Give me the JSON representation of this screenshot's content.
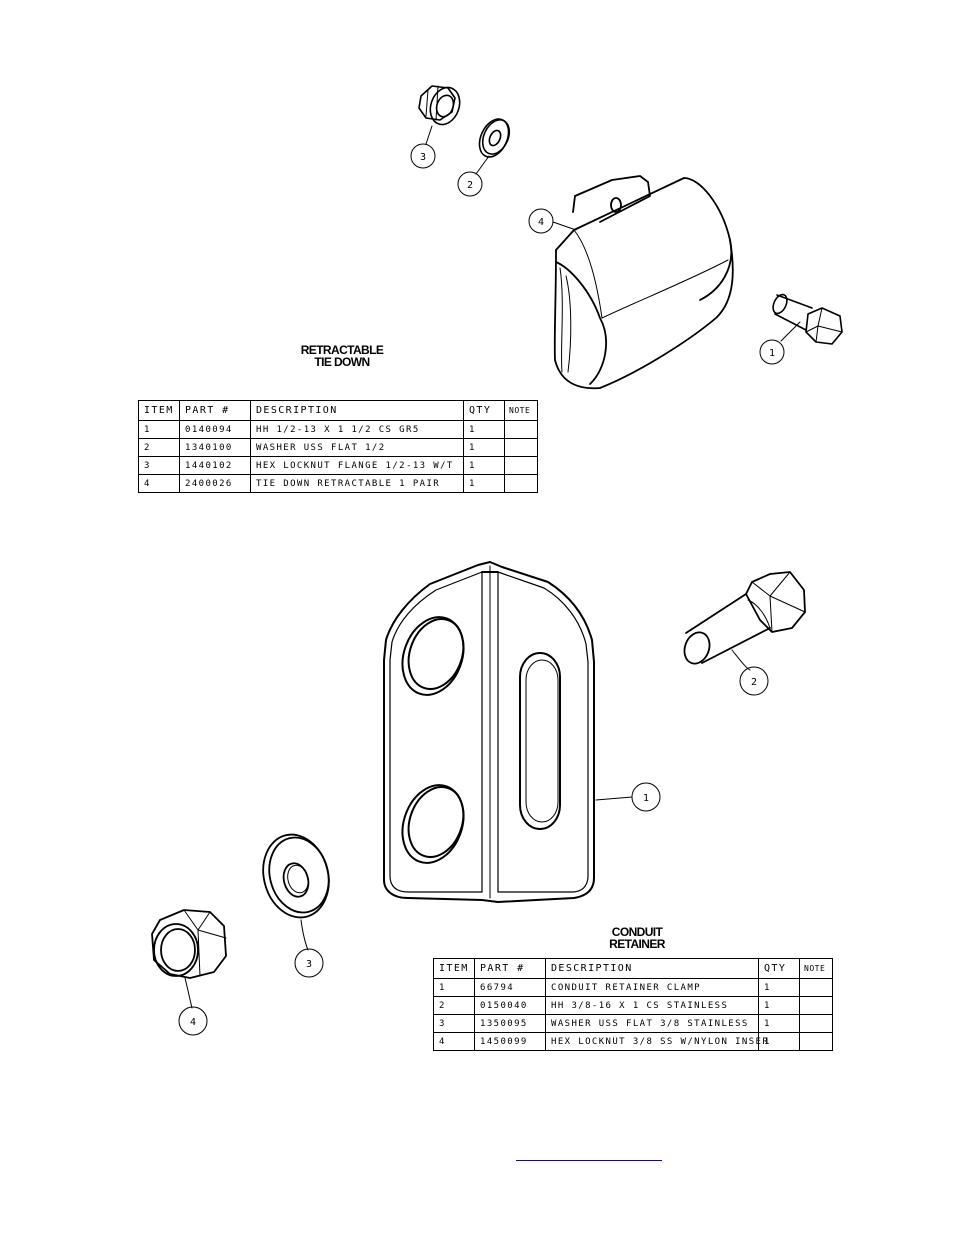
{
  "retractable_tie_down": {
    "title_line1": "RETRACTABLE",
    "title_line2": "TIE DOWN",
    "bom_headers": [
      "ITEM",
      "PART #",
      "DESCRIPTION",
      "QTY",
      "NOTE"
    ],
    "bom_rows": [
      {
        "item": "1",
        "part": "0140094",
        "description": "HH 1/2-13 X 1 1/2 CS GR5",
        "qty": "1",
        "note": ""
      },
      {
        "item": "2",
        "part": "1340100",
        "description": "WASHER USS FLAT 1/2",
        "qty": "1",
        "note": ""
      },
      {
        "item": "3",
        "part": "1440102",
        "description": "HEX LOCKNUT FLANGE 1/2-13 W/T",
        "qty": "1",
        "note": ""
      },
      {
        "item": "4",
        "part": "2400026",
        "description": "TIE DOWN RETRACTABLE 1 PAIR",
        "qty": "1",
        "note": ""
      }
    ],
    "balloons": [
      "3",
      "2",
      "4",
      "1"
    ]
  },
  "conduit_retainer": {
    "title_line1": "CONDUIT",
    "title_line2": "RETAINER",
    "bom_headers": [
      "ITEM",
      "PART #",
      "DESCRIPTION",
      "QTY",
      "NOTE"
    ],
    "bom_rows": [
      {
        "item": "1",
        "part": "66794",
        "description": "CONDUIT RETAINER CLAMP",
        "qty": "1",
        "note": ""
      },
      {
        "item": "2",
        "part": "0150040",
        "description": "HH 3/8-16 X 1 CS STAINLESS",
        "qty": "1",
        "note": ""
      },
      {
        "item": "3",
        "part": "1350095",
        "description": "WASHER USS FLAT 3/8 STAINLESS",
        "qty": "1",
        "note": ""
      },
      {
        "item": "4",
        "part": "1450099",
        "description": "HEX LOCKNUT 3/8 SS W/NYLON INSER",
        "qty": "1",
        "note": ""
      }
    ],
    "balloons": [
      "2",
      "1",
      "3",
      "4"
    ]
  },
  "footer": {
    "link_text": ""
  },
  "colors": {
    "line": "#000000",
    "link": "#0000ee",
    "background": "#ffffff"
  }
}
